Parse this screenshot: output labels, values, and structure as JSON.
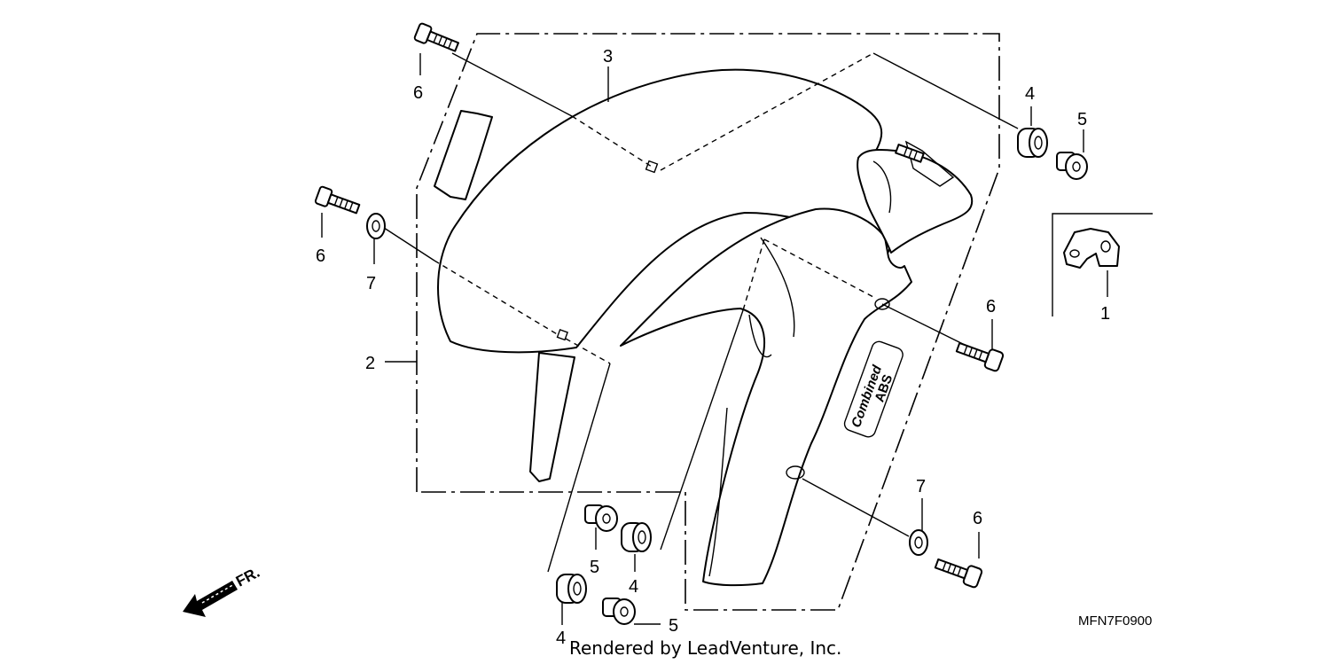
{
  "callouts": {
    "c1": "1",
    "c2": "2",
    "c3": "3",
    "c4a": "4",
    "c4b": "4",
    "c4c": "4",
    "c5a": "5",
    "c5b": "5",
    "c5c": "5",
    "c6a": "6",
    "c6b": "6",
    "c6c": "6",
    "c6d": "6",
    "c7a": "7",
    "c7b": "7"
  },
  "diagram_code": "MFN7F0900",
  "credit": "Rendered by LeadVenture, Inc.",
  "direction_label": "FR.",
  "logo_text": "Combined",
  "logo_sub": "ABS"
}
